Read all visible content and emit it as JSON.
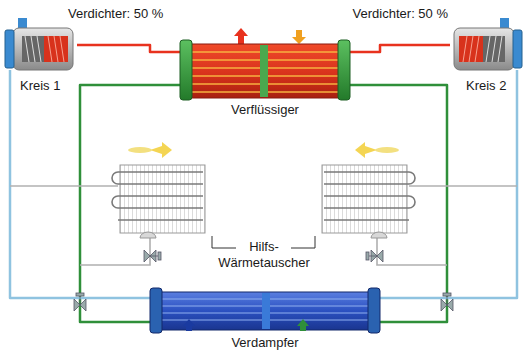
{
  "diagram": {
    "nodes": [
      {
        "text": [
          "Verdichter: 50 %",
          "Kreis 1"
        ]
      },
      {
        "text": [
          "Verflüssiger"
        ]
      },
      {
        "text": [
          "Verdichter: 50 %",
          "Kreis 2"
        ]
      },
      {
        "text": [
          "Verdampfer"
        ]
      }
    ],
    "edges": [
      {
        "from": 0,
        "to": 1,
        "arrow": "none"
      },
      {
        "from": 2,
        "to": 1,
        "arrow": "none"
      },
      {
        "from": 1,
        "to": 3,
        "arrow": "none"
      },
      {
        "from": 1,
        "to": 3,
        "arrow": "none"
      },
      {
        "from": 3,
        "to": 0,
        "arrow": "none"
      },
      {
        "from": 3,
        "to": 2,
        "arrow": "none"
      }
    ],
    "labels": [
      "Hilfs- Wärmetauscher"
    ]
  }
}
